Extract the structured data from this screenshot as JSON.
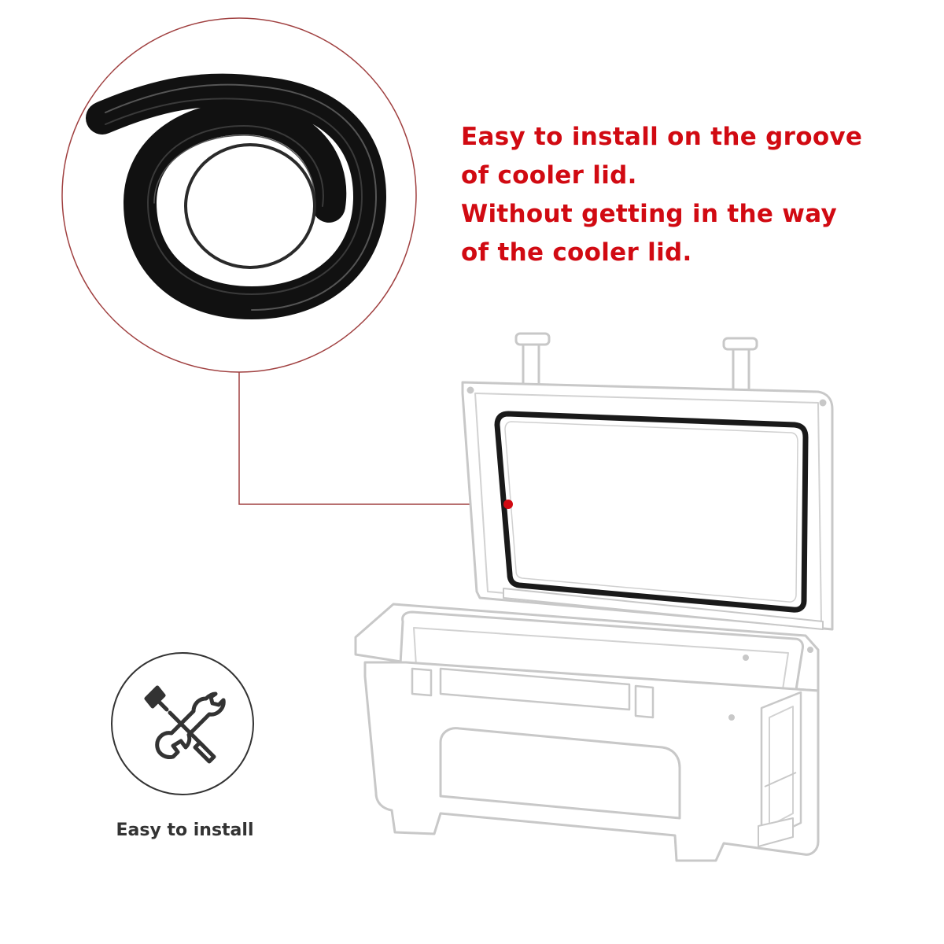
{
  "headline": {
    "line1": "Easy to install on the groove",
    "line2": "of cooler lid.",
    "line3": "Without getting in the way",
    "line4": "of the cooler lid."
  },
  "feature": {
    "icon": "screwdriver-wrench-icon",
    "label": "Easy to install"
  },
  "colors": {
    "accent": "#d10a12",
    "callout_line": "#a04040",
    "cooler_outline": "#c8c8c8",
    "gasket": "#1a1a1a",
    "icon_outline": "#333333"
  }
}
